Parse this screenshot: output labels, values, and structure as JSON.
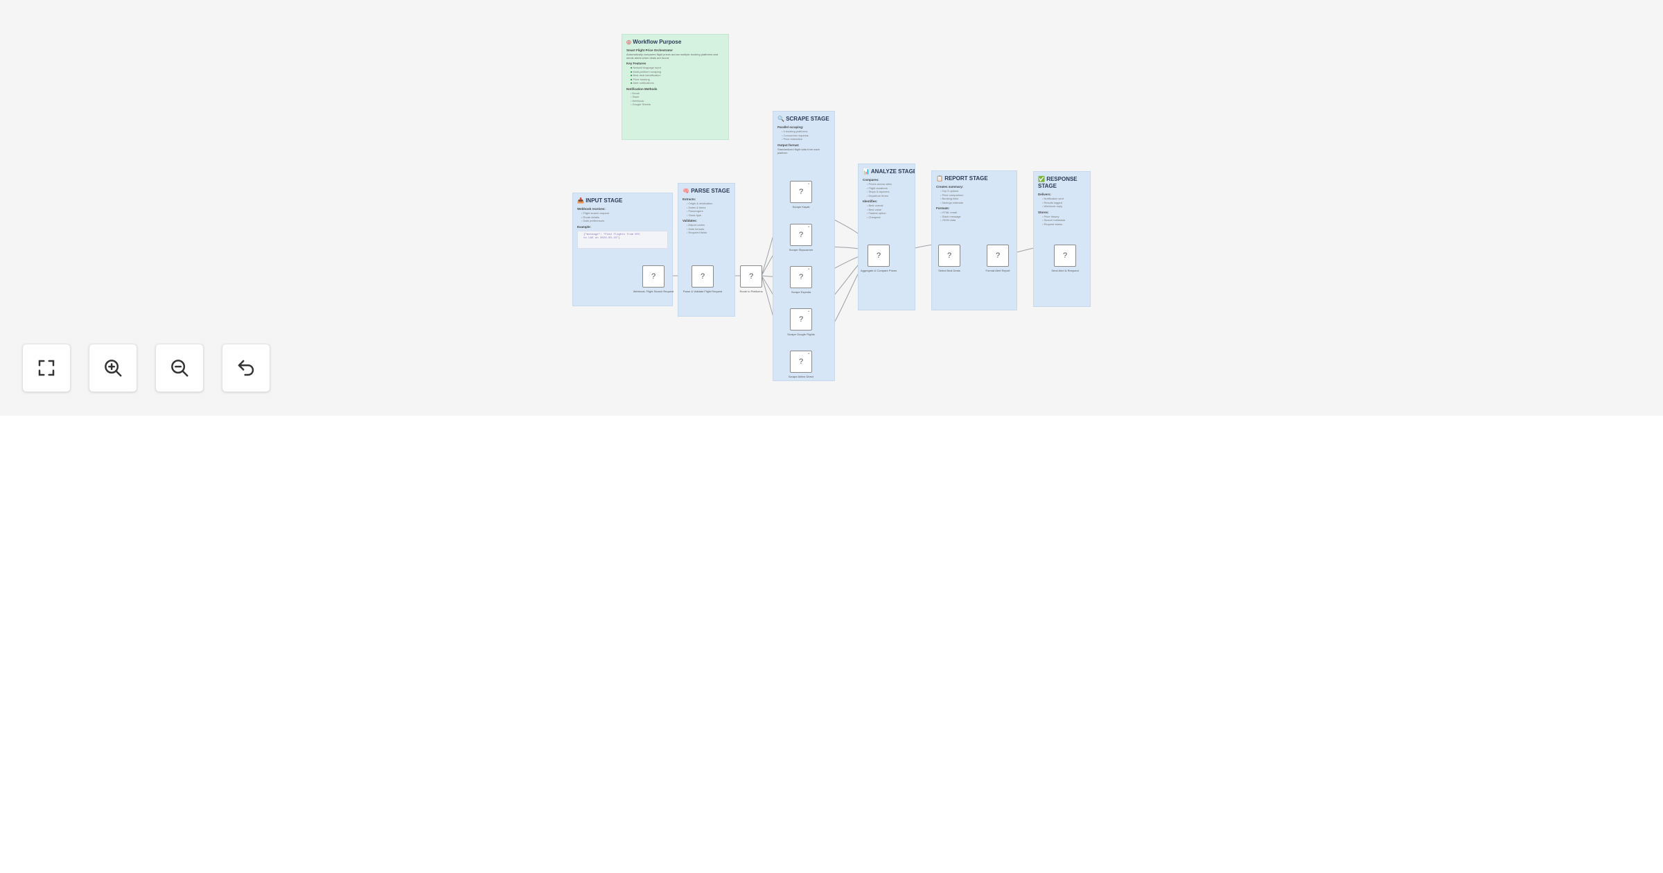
{
  "purpose": {
    "icon": "target-icon",
    "title": "Workflow Purpose",
    "subtitle": "Smart Flight Price Orchestrator",
    "desc": "Automatically compares flight prices across multiple booking platforms and sends alerts when deals are found.",
    "features_title": "Key Features",
    "features": [
      "Natural language input",
      "Multi-platform scraping",
      "Best deal identification",
      "Price tracking",
      "Alert notifications"
    ],
    "methods_title": "Notification Methods",
    "methods": [
      "Email",
      "Slack",
      "Webhook",
      "Google Sheets"
    ]
  },
  "stages": {
    "input": {
      "icon": "inbox-icon",
      "title": "INPUT STAGE",
      "sub": "Webhook receives:",
      "items": [
        "Flight search request",
        "Route details",
        "Date preferences"
      ],
      "example_label": "Example:",
      "code": [
        "{\"message\": \"Find flights from NYC",
        "to LAX on 2024-03-15\"}"
      ]
    },
    "parse": {
      "icon": "brain-icon",
      "title": "PARSE STAGE",
      "sub": "Extracts:",
      "items": [
        "Origin & destination",
        "Dates & times",
        "Passengers",
        "Class type"
      ],
      "sub2": "Validates:",
      "items2": [
        "Airport codes",
        "Date formats",
        "Required fields"
      ]
    },
    "scrape": {
      "icon": "search-icon",
      "title": "SCRAPE STAGE",
      "sub": "Parallel scraping:",
      "items": [
        "5 booking platforms",
        "Concurrent requests",
        "Price extraction"
      ],
      "note_title": "Output format:",
      "note": "Standardized flight data from each platform"
    },
    "analyze": {
      "icon": "chart-icon",
      "title": "ANALYZE STAGE",
      "sub": "Compares:",
      "items": [
        "Prices across sites",
        "Flight durations",
        "Stops & layovers",
        "Departure times"
      ],
      "sub2": "Identifies:",
      "items2": [
        "Best overall",
        "Best value",
        "Fastest option",
        "Cheapest"
      ]
    },
    "report": {
      "icon": "clipboard-icon",
      "title": "REPORT STAGE",
      "sub": "Creates summary:",
      "items": [
        "Top 3 options",
        "Price comparison",
        "Booking links",
        "Savings estimate"
      ],
      "sub2": "Formats:",
      "items2": [
        "HTML email",
        "Slack message",
        "JSON data"
      ]
    },
    "response": {
      "icon": "check-icon",
      "title": "RESPONSE STAGE",
      "sub": "Delivers:",
      "items": [
        "Notification sent",
        "Results logged",
        "Webhook reply"
      ],
      "sub2": "Stores:",
      "items2": [
        "Price history",
        "Search metadata",
        "Request status"
      ]
    }
  },
  "nodes": [
    {
      "id": "webhook",
      "label": "Webhook: Flight Search Request"
    },
    {
      "id": "parse",
      "label": "Parse & Validate Flight Request"
    },
    {
      "id": "split",
      "label": "Route to Platforms"
    },
    {
      "id": "s1",
      "label": "Scrape Kayak"
    },
    {
      "id": "s2",
      "label": "Scrape Skyscanner"
    },
    {
      "id": "s3",
      "label": "Scrape Expedia"
    },
    {
      "id": "s4",
      "label": "Scrape Google Flights"
    },
    {
      "id": "s5",
      "label": "Scrape Airline Direct"
    },
    {
      "id": "merge",
      "label": "Aggregate & Compare Prices"
    },
    {
      "id": "best",
      "label": "Select Best Deals"
    },
    {
      "id": "report",
      "label": "Format Alert Report"
    },
    {
      "id": "respond",
      "label": "Send Alert & Respond"
    }
  ],
  "colors": {
    "canvas": "#f5f5f5",
    "stage": "#d6e6f6",
    "purpose": "#d5f2e1",
    "edge": "#9aa0a6"
  },
  "controls": [
    {
      "name": "fit-view-button",
      "icon": "fullscreen-icon"
    },
    {
      "name": "zoom-in-button",
      "icon": "zoom-in-icon"
    },
    {
      "name": "zoom-out-button",
      "icon": "zoom-out-icon"
    },
    {
      "name": "reset-button",
      "icon": "undo-icon"
    }
  ]
}
